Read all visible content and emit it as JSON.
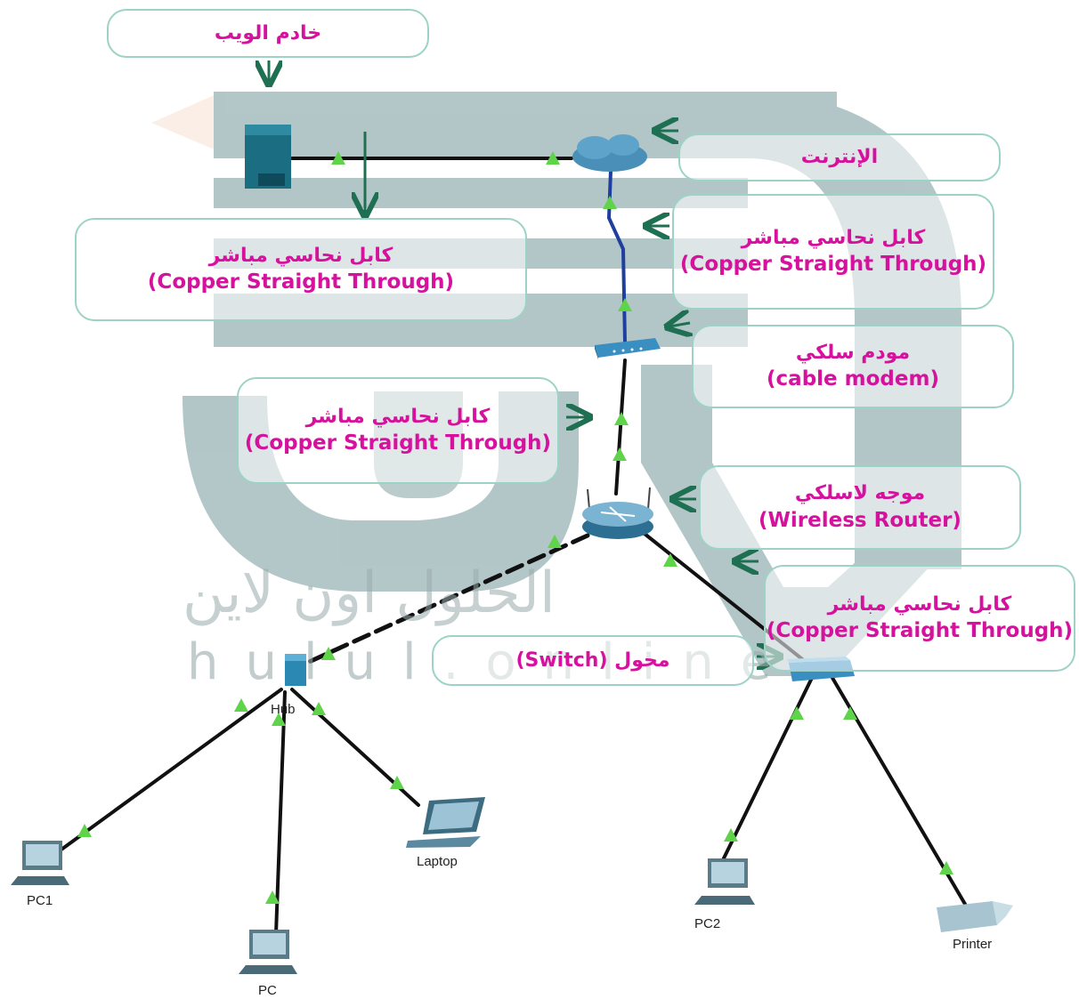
{
  "callouts": {
    "web_server": {
      "ar": "خادم الويب"
    },
    "internet": {
      "ar": "الإنترنت"
    },
    "cable_left_top": {
      "ar": "كابل نحاسي مباشر",
      "en": "(Copper Straight Through)"
    },
    "cable_right_top": {
      "ar": "كابل نحاسي مباشر",
      "en": "(Copper Straight Through)"
    },
    "cable_modem": {
      "ar": "مودم سلكي",
      "en": "(cable modem)"
    },
    "cable_mid_left": {
      "ar": "كابل نحاسي مباشر",
      "en": "(Copper Straight Through)"
    },
    "wireless_router": {
      "ar": "موجه لاسلكي",
      "en": "(Wireless Router)"
    },
    "cable_right_bottom": {
      "ar": "كابل نحاسي مباشر",
      "en": "(Copper Straight Through)"
    },
    "switch": {
      "text": "محول (Switch)"
    }
  },
  "devices": {
    "hub": "Hub",
    "pc1": "PC1",
    "pc": "PC",
    "laptop": "Laptop",
    "pc2": "PC2",
    "printer": "Printer"
  },
  "watermark": {
    "arabic": "الحلول اون لاين",
    "latin": "hulul.online"
  },
  "colors": {
    "callout_text": "#d6119e",
    "callout_border": "#9cd3c6",
    "arrow": "#1f6f52",
    "link_marker": "#5fd34a",
    "watermark": "#9aabab"
  }
}
